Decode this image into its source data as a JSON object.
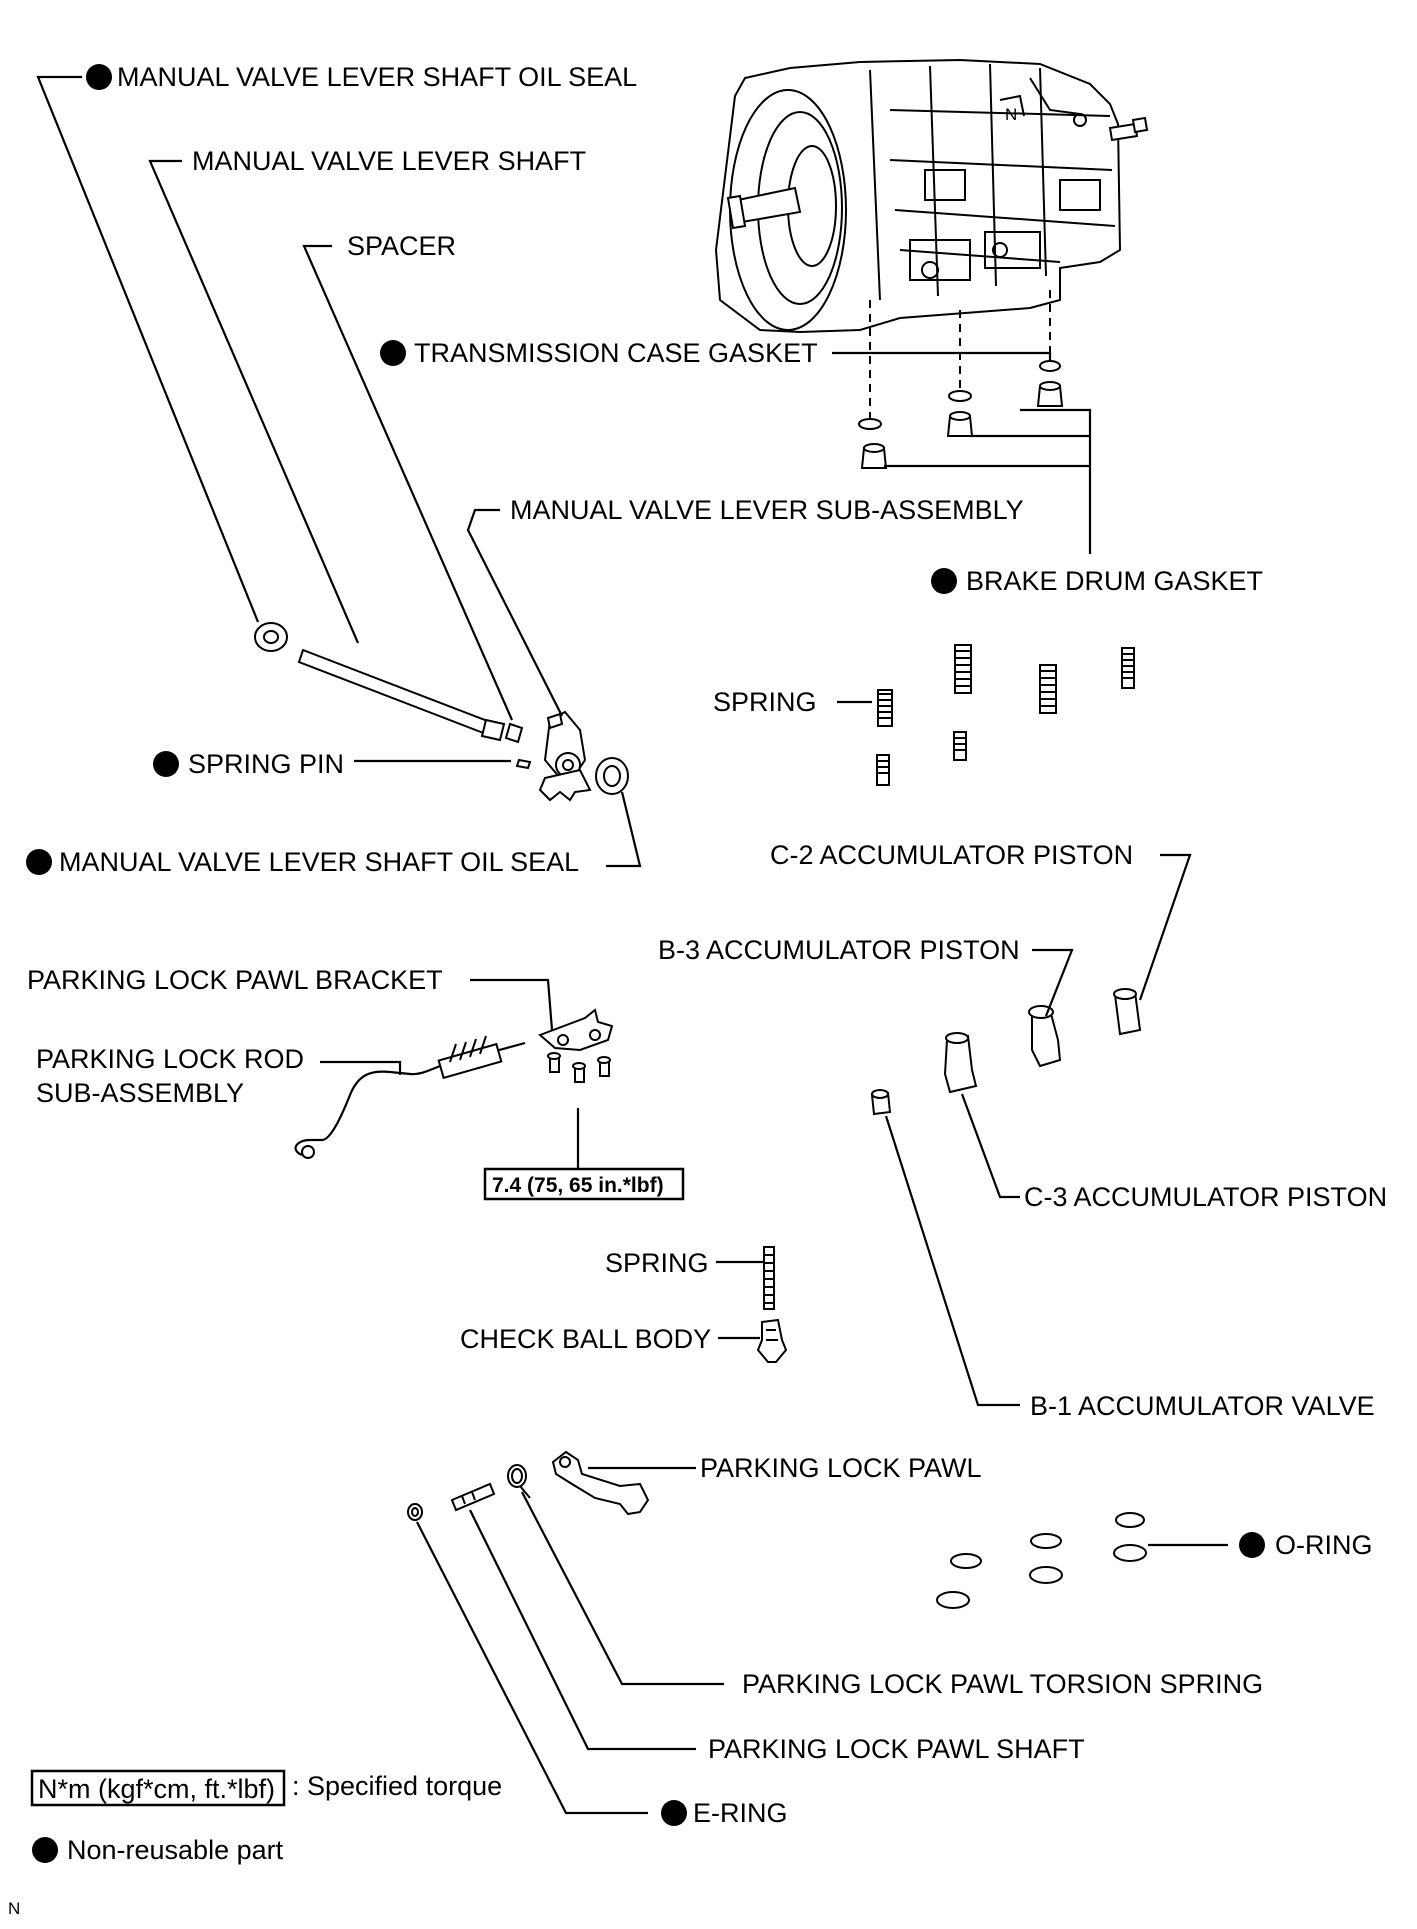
{
  "labels": {
    "oil_seal_top": "MANUAL VALVE LEVER SHAFT OIL SEAL",
    "lever_shaft": "MANUAL VALVE LEVER SHAFT",
    "spacer": "SPACER",
    "case_gasket": "TRANSMISSION CASE GASKET",
    "lever_sub_assembly": "MANUAL VALVE LEVER SUB-ASSEMBLY",
    "brake_drum_gasket": "BRAKE DRUM GASKET",
    "spring_upper": "SPRING",
    "spring_pin": "SPRING PIN",
    "oil_seal_bottom": "MANUAL VALVE LEVER SHAFT OIL SEAL",
    "c2_piston": "C-2 ACCUMULATOR PISTON",
    "b3_piston": "B-3 ACCUMULATOR PISTON",
    "pawl_bracket": "PARKING LOCK PAWL BRACKET",
    "lock_rod_line1": "PARKING LOCK ROD",
    "lock_rod_line2": "SUB-ASSEMBLY",
    "torque_value": "7.4 (75, 65 in.*lbf)",
    "c3_piston": "C-3 ACCUMULATOR PISTON",
    "spring_lower": "SPRING",
    "check_ball_body": "CHECK BALL BODY",
    "b1_valve": "B-1 ACCUMULATOR VALVE",
    "parking_lock_pawl": "PARKING LOCK PAWL",
    "o_ring": "O-RING",
    "torsion_spring": "PARKING LOCK PAWL TORSION SPRING",
    "pawl_shaft": "PARKING LOCK PAWL SHAFT",
    "e_ring": "E-RING"
  },
  "legend": {
    "torque_box": "N*m (kgf*cm, ft.*lbf)",
    "torque_desc": ": Specified torque",
    "nonreusable_desc": "Non-reusable part"
  },
  "corner_mark": "N"
}
